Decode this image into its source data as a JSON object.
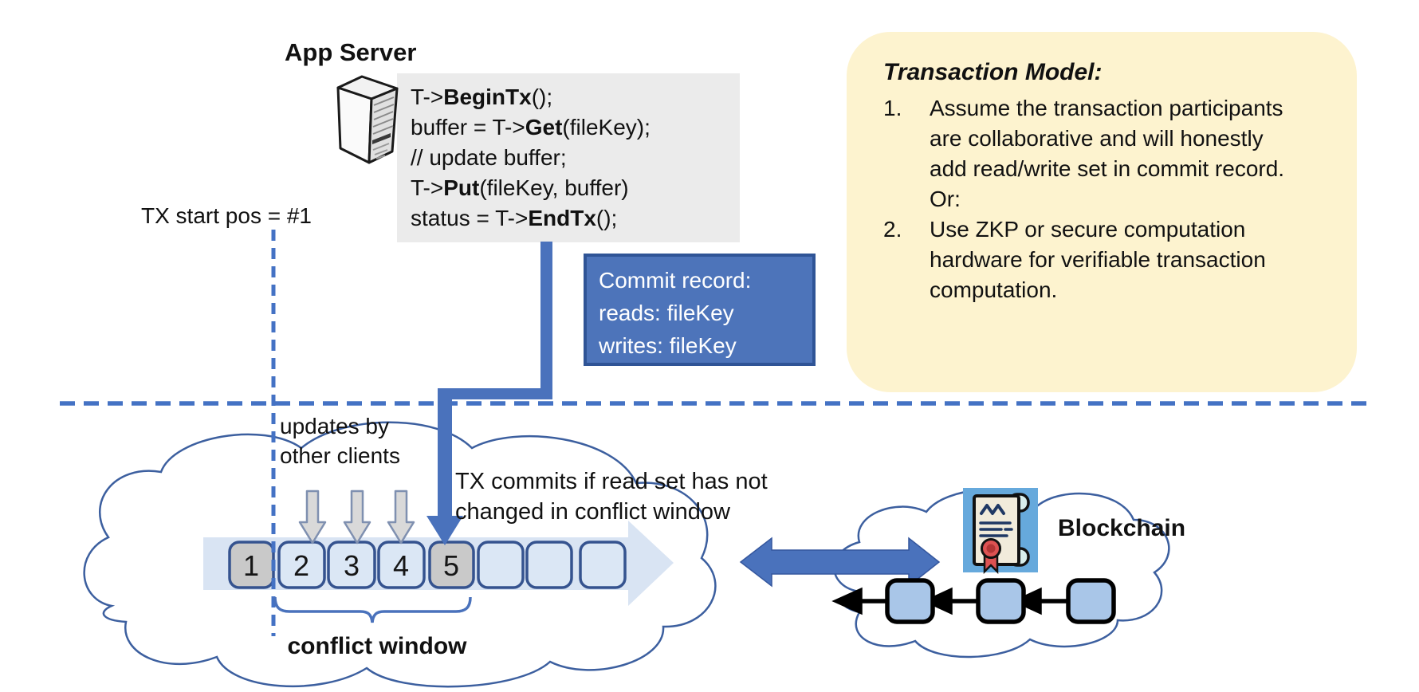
{
  "app_server": {
    "label": "App Server"
  },
  "code": {
    "lines": [
      {
        "segments": [
          {
            "text": "T->"
          },
          {
            "text": "BeginTx",
            "bold": true
          },
          {
            "text": "();"
          }
        ]
      },
      {
        "segments": [
          {
            "text": "buffer = T->"
          },
          {
            "text": "Get",
            "bold": true
          },
          {
            "text": "(fileKey);"
          }
        ]
      },
      {
        "segments": [
          {
            "text": "// update buffer;"
          }
        ]
      },
      {
        "segments": [
          {
            "text": "T->"
          },
          {
            "text": "Put",
            "bold": true
          },
          {
            "text": "(fileKey, buffer)"
          }
        ]
      },
      {
        "segments": [
          {
            "text": "status = T->"
          },
          {
            "text": "EndTx",
            "bold": true
          },
          {
            "text": "();"
          }
        ]
      }
    ]
  },
  "tx_start": {
    "label": "TX start pos = #1"
  },
  "commit_record": {
    "lines": [
      "Commit record:",
      "reads: fileKey",
      "writes: fileKey"
    ]
  },
  "note": {
    "title": "Transaction Model:",
    "items": [
      {
        "number": "1.",
        "text": "Assume the transaction participants are collaborative and will honestly add read/write set in commit record.  Or:"
      },
      {
        "number": "2.",
        "text": "Use ZKP or secure computation hardware for verifiable transaction computation."
      }
    ]
  },
  "updates_label": {
    "lines": [
      "updates by",
      "other clients"
    ]
  },
  "tx_commits": {
    "lines": [
      "TX commits if read set has not",
      "changed in conflict window"
    ]
  },
  "timeline": {
    "slots": [
      "1",
      "2",
      "3",
      "4",
      "5",
      "",
      "",
      ""
    ]
  },
  "conflict_window": {
    "label": "conflict window"
  },
  "blockchain": {
    "label": "Blockchain"
  },
  "colors": {
    "accent_blue": "#4472c4",
    "commit_fill": "#4d74ba",
    "commit_border": "#2f5496",
    "note_bg": "#fdf3cf",
    "code_bg": "#ebebeb",
    "slot_light": "#dbe7f5",
    "slot_gray": "#c9c9c9",
    "slot_border": "#35538f",
    "band_fill": "#d9e4f3",
    "cloud_stroke": "#3c5f9f",
    "block_fill": "#a9c6e8",
    "gray_arrow_fill": "#d9d9d9",
    "icon_bg": "#66a9dc",
    "icon_navy": "#1f3864",
    "icon_red": "#dd5252"
  }
}
